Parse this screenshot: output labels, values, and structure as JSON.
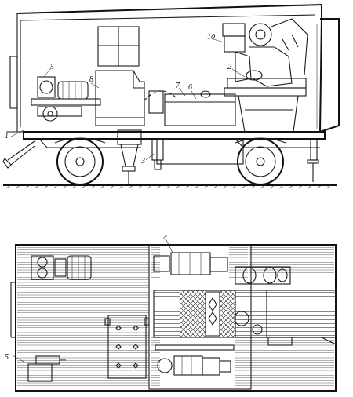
{
  "callouts": {
    "c1": "1",
    "c2": "2",
    "c3": "3",
    "c4": "4",
    "c5_side": "5",
    "c5_plan": "5",
    "c6": "6",
    "c7": "7",
    "c8": "8",
    "c10": "10"
  },
  "colors": {
    "ink": "#1a1a1a",
    "paper": "#ffffff"
  }
}
